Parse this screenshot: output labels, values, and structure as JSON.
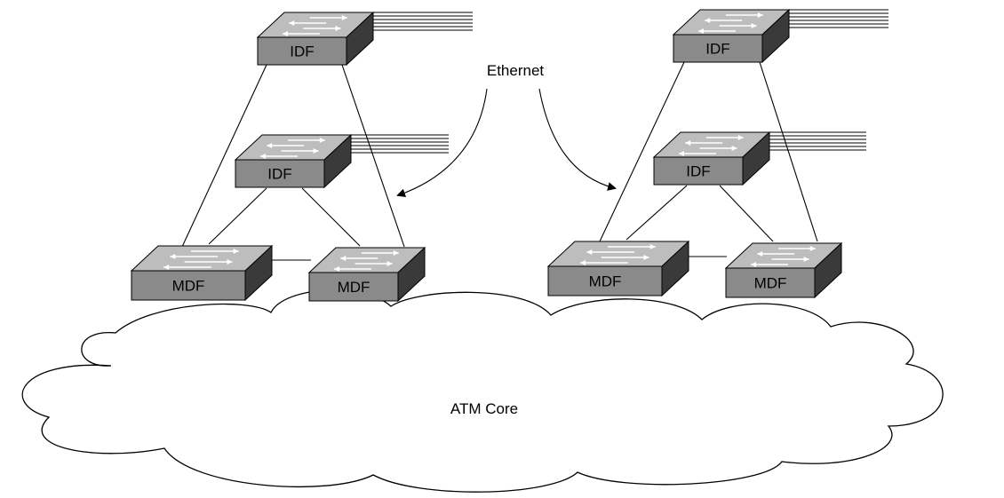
{
  "labels": {
    "ethernet": "Ethernet",
    "core": "ATM Core"
  },
  "switch_labels": {
    "left_top": "IDF",
    "left_mid": "IDF",
    "left_mdf_a": "MDF",
    "left_mdf_b": "MDF",
    "right_top": "IDF",
    "right_mid": "IDF",
    "right_mdf_a": "MDF",
    "right_mdf_b": "MDF"
  },
  "colors": {
    "switch_top": "#bdbdbd",
    "switch_front": "#8a8a8a",
    "switch_side": "#3a3a3a",
    "arrow": "#ffffff",
    "line": "#000000"
  },
  "icon": "lan-switch-icon"
}
